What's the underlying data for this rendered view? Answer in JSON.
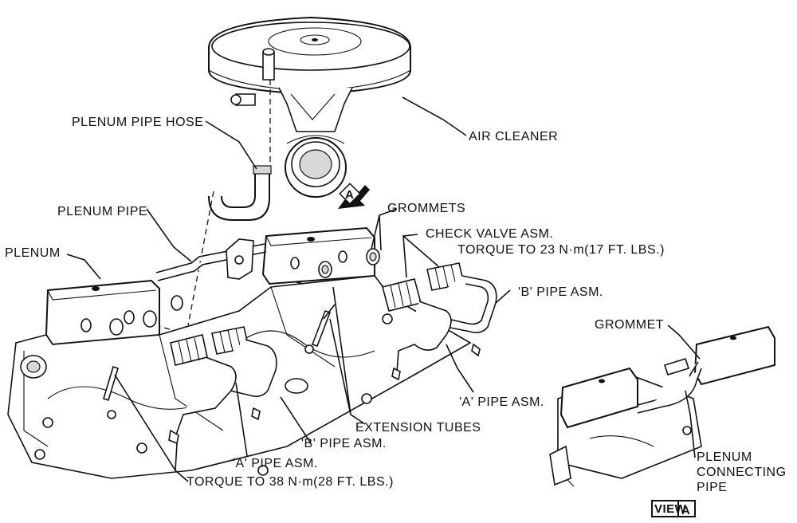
{
  "labels": {
    "plenum_pipe_hose": "PLENUM PIPE HOSE",
    "air_cleaner": "AIR CLEANER",
    "grommets": "GROMMETS",
    "plenum_pipe": "PLENUM PIPE",
    "check_valve_1": "CHECK VALVE ASM.",
    "check_valve_2": "TORQUE TO 23 N·m(17 FT. LBS.)",
    "plenum": "PLENUM",
    "b_pipe_right": "'B' PIPE ASM.",
    "grommet": "GROMMET",
    "a_pipe_right": "'A' PIPE ASM.",
    "extension_tubes": "EXTENSION TUBES",
    "b_pipe_bottom": "'B' PIPE ASM.",
    "a_pipe_bottom": "'A' PIPE ASM.",
    "torque_38": "TORQUE TO 38 N·m(28 FT. LBS.)",
    "plenum_connecting_1": "PLENUM",
    "plenum_connecting_2": "CONNECTING",
    "plenum_connecting_3": "PIPE",
    "view_text": "VIEW",
    "view_letter": "A",
    "arrow_letter": "A"
  },
  "colors": {
    "ink": "#111111",
    "paper": "#ffffff",
    "shade": "#d8d8d8"
  }
}
